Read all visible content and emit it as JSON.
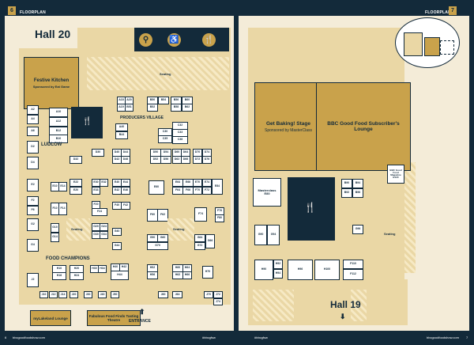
{
  "header": {
    "left_label": "FLOORPLAN",
    "right_label": "FLOORPLAN",
    "left_page_tab": "6",
    "right_page_tab": "7"
  },
  "footer": {
    "left_page": "6",
    "left_url": "bbcgoodfoodshow.com",
    "hashtag_left": "#bbcgfsw",
    "hashtag_right": "#bbcgfsw",
    "right_url": "bbcgoodfoodshow.com",
    "right_page": "7"
  },
  "hall20": {
    "title": "Hall 20",
    "festive_kitchen": {
      "title": "Festive Kitchen",
      "sponsor": "Sponsored by Eat Game"
    },
    "seating_top": "Seating",
    "seating_left": "Seating",
    "seating_right": "Seating",
    "producers_village": "PRODUCERS VILLAGE",
    "ludlow": "LUDLOW",
    "food_champions": "FOOD CHAMPIONS",
    "lakeland": "myLakeland Lounge",
    "fabulous": "Fabulous Food Finds Tasting Theatre",
    "entrance": "ENTRANCE"
  },
  "hall19": {
    "title": "Hall 19",
    "get_baking": {
      "title": "Get Baking! Stage",
      "sponsor": "Sponsored by MasterClass"
    },
    "subscribers": "BBC Good Food Subscriber's Lounge",
    "magazine": "BBC Good Food Magazine",
    "magazine_stand": "B120",
    "masterclass": "Masterclass",
    "masterclass_stand": "E80",
    "seating": "Seating"
  },
  "stands": {
    "left_col": [
      "A2",
      "A4",
      "A6",
      "D2",
      "D4",
      "E2",
      "F2",
      "F6",
      "G2",
      "G4",
      "J2"
    ],
    "a10": "A10",
    "a12": "A12",
    "b12": "B12",
    "b10": "B10",
    "h10": "H10",
    "h16": "H16",
    "h20": "H20",
    "h24": "H24",
    "b_top": [
      "A18",
      "A20",
      "B50",
      "B54",
      "B56",
      "B60",
      "A19",
      "B51",
      "B52",
      "B58",
      "B62"
    ],
    "c_row": [
      "A40",
      "B44",
      "C32",
      "C30",
      "C33",
      "C35",
      "C38"
    ],
    "d_row": [
      "D30",
      "D40",
      "D44",
      "D50",
      "D54",
      "D60",
      "D64",
      "D70",
      "D74",
      "D32",
      "D42",
      "D46",
      "D52",
      "D56",
      "D62",
      "D66",
      "D72",
      "D76"
    ],
    "e_row": [
      "E10",
      "E14",
      "E22",
      "E30",
      "E32",
      "E40",
      "E44",
      "E20",
      "E33",
      "E42",
      "E46",
      "E60",
      "E64",
      "E66",
      "E70",
      "E74",
      "E84",
      "F64",
      "F66",
      "F70",
      "F72"
    ],
    "f_row": [
      "F10",
      "F14",
      "F20",
      "F24",
      "F40",
      "F42",
      "F60",
      "F62",
      "F74",
      "F76",
      "F80"
    ],
    "g_row": [
      "G10",
      "G14",
      "G20",
      "G24",
      "G30",
      "G34",
      "G40",
      "G44",
      "G50",
      "G60",
      "G64",
      "G66",
      "G70",
      "G72"
    ],
    "h_row": [
      "H30",
      "H34",
      "H40",
      "H42",
      "H44",
      "H52",
      "H56",
      "H60",
      "H62",
      "H64",
      "H66",
      "H70"
    ],
    "j_row": [
      "J10",
      "J12",
      "J14",
      "J20",
      "J30",
      "J40",
      "J50",
      "J60",
      "J64",
      "J70",
      "J72",
      "J74"
    ],
    "right_top": [
      "B90",
      "B94",
      "B92",
      "B96"
    ],
    "right_mid": [
      "G90",
      "G94",
      "G96"
    ],
    "right_low": [
      "H90",
      "H92",
      "H94",
      "H96",
      "H100",
      "F110",
      "F112"
    ]
  }
}
